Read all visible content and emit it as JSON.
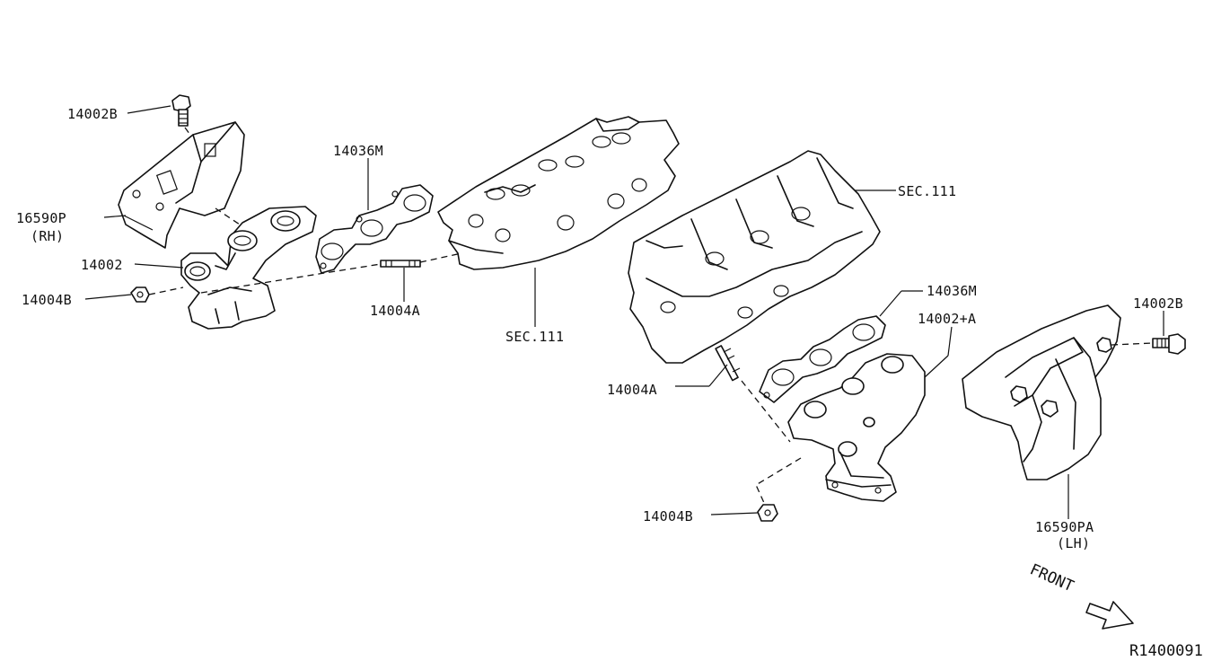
{
  "labels": {
    "bolt_rh": "14002B",
    "heat_shield_rh": "16590P",
    "heat_shield_rh_side": "(RH)",
    "manifold_rh": "14002",
    "nut_rh": "14004B",
    "gasket_rh": "14036M",
    "stud_rh": "14004A",
    "sec_rh": "SEC.111",
    "sec_lh": "SEC.111",
    "gasket_lh": "14036M",
    "manifold_lh": "14002+A",
    "bolt_lh": "14002B",
    "stud_lh": "14004A",
    "nut_lh": "14004B",
    "heat_shield_lh": "16590PA",
    "heat_shield_lh_side": "(LH)",
    "front": "FRONT",
    "ref": "R1400091"
  }
}
